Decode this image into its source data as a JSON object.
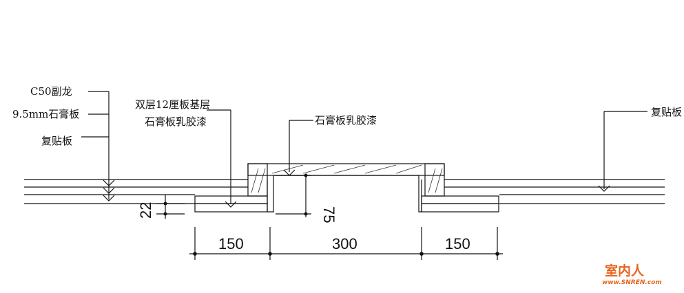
{
  "labels": {
    "c50": "C50副龙",
    "gypsum95": "9.5mm石膏板",
    "fu_tie_left": "复贴板",
    "double_layer": "双层12厘板基层",
    "gypsum_latex_left": "石膏板乳胶漆",
    "gypsum_latex_mid": "石膏板乳胶漆",
    "fu_tie_right": "复贴板"
  },
  "dimensions": {
    "d150_left": "150",
    "d300": "300",
    "d150_right": "150",
    "d22": "22",
    "d75": "75"
  },
  "watermark": {
    "name": "室内人",
    "site": "www.SNREN.com",
    "color": "#e8631c"
  }
}
